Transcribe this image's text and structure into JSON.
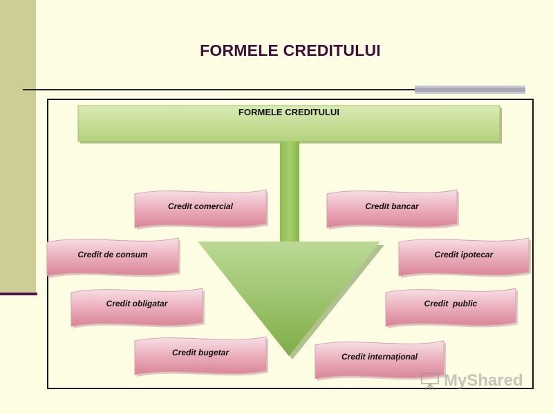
{
  "slide": {
    "title": "FORMELE CREDITULUI"
  },
  "diagram": {
    "header_label": "FORMELE CREDITULUI",
    "items": [
      "Credit comercial",
      "Credit bancar",
      "Credit de consum",
      "Credit ipotecar",
      "Credit obligatar",
      "Credit  public",
      "Credit bugetar",
      "Credit internațional"
    ]
  },
  "watermark": {
    "text": "MyShared"
  },
  "colors": {
    "background": "#fdfde4",
    "sidebar": "#cfcd96",
    "title_text": "#3d0f3a",
    "header_fill": "#c4dc92",
    "arrow_fill": "#8fbd55",
    "box_fill": "#e9a8b6"
  }
}
